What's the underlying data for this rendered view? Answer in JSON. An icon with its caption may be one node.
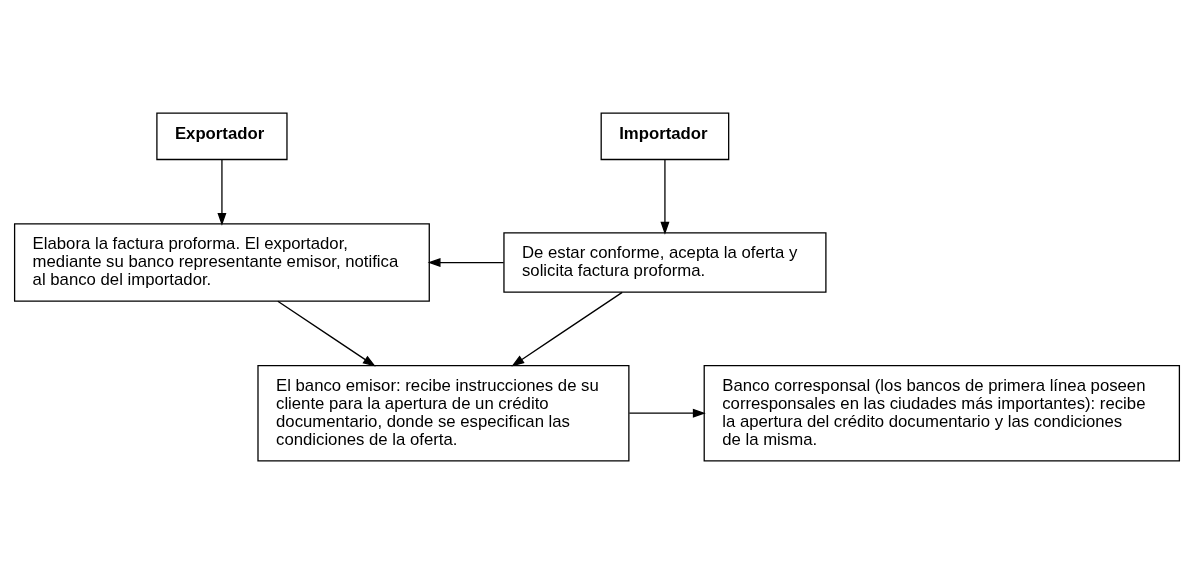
{
  "diagram": {
    "nodes": [
      {
        "text": [
          "Exportador"
        ]
      },
      {
        "text": [
          "Importador"
        ]
      },
      {
        "text": [
          "Elabora la factura proforma. El exportador, mediante su banco representante emisor, notifica al banco del importador."
        ]
      },
      {
        "text": [
          "De estar conforme, acepta la oferta y solicita factura proforma."
        ]
      },
      {
        "text": [
          "El banco emisor: recibe instrucciones de su cliente para la apertura de un crédito documentario, donde se especifican las condiciones de la oferta."
        ]
      },
      {
        "text": [
          "Banco corresponsal (los bancos de primera línea poseen corresponsales en las ciudades más importantes): recibe la apertura del crédito documentario y las condiciones de la misma."
        ]
      }
    ],
    "edges": [
      {
        "from": 0,
        "to": 2,
        "arrow": "to"
      },
      {
        "from": 1,
        "to": 3,
        "arrow": "to"
      },
      {
        "from": 3,
        "to": 2,
        "arrow": "to"
      },
      {
        "from": 2,
        "to": 4,
        "arrow": "to"
      },
      {
        "from": 3,
        "to": 4,
        "arrow": "to"
      },
      {
        "from": 4,
        "to": 5,
        "arrow": "to"
      }
    ]
  }
}
